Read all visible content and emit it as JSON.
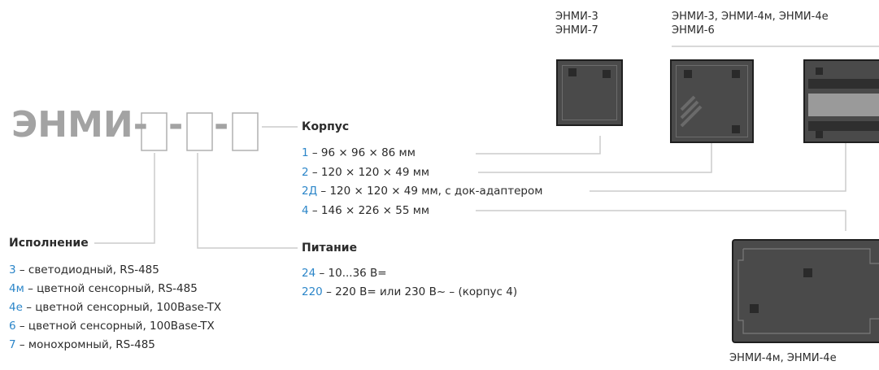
{
  "model": {
    "prefix": "ЭНМИ-",
    "sep1": "-",
    "sep2": "-"
  },
  "korpus": {
    "heading": "Корпус",
    "items": [
      {
        "code": "1",
        "desc": " – 96 × 96 × 86 мм"
      },
      {
        "code": "2",
        "desc": " – 120 × 120 × 49 мм"
      },
      {
        "code": "2Д",
        "desc": " – 120 × 120 × 49 мм, с док-адаптером"
      },
      {
        "code": "4",
        "desc": " – 146 × 226 × 55 мм"
      }
    ]
  },
  "ispolnenie": {
    "heading": "Исполнение",
    "items": [
      {
        "code": "3",
        "desc": " – светодиодный, RS-485"
      },
      {
        "code": "4м",
        "desc": " – цветной сенсорный, RS-485"
      },
      {
        "code": "4е",
        "desc": " – цветной сенсорный, 100Base-TX"
      },
      {
        "code": "6",
        "desc": " – цветной сенсорный, 100Base-TX"
      },
      {
        "code": "7",
        "desc": " – монохромный, RS-485"
      }
    ]
  },
  "pitanie": {
    "heading": "Питание",
    "items": [
      {
        "code": "24",
        "desc": " – 10...36 В="
      },
      {
        "code": "220",
        "desc": " – 220 В= или 230 В~ – (корпус 4)"
      }
    ]
  },
  "captions": {
    "dev1_line1": "ЭНМИ-3",
    "dev1_line2": "ЭНМИ-7",
    "dev23_line1": "ЭНМИ-3, ЭНМИ-4м, ЭНМИ-4е",
    "dev23_line2": "ЭНМИ-6",
    "dev4": "ЭНМИ-4м, ЭНМИ-4е"
  },
  "colors": {
    "accent": "#2c86c9",
    "model_gray": "#a3a3a3",
    "line_gray": "#cfcfcf",
    "device_body": "#4a4a4a"
  }
}
